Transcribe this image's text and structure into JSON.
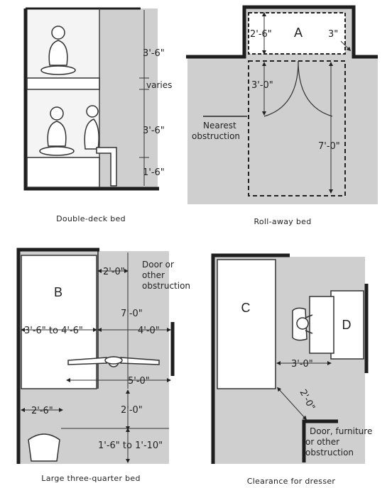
{
  "panels": {
    "double_deck": {
      "caption": "Double-deck bed",
      "dims": [
        "3'-6\"",
        "varies",
        "3'-6\"",
        "1'-6\""
      ]
    },
    "roll_away": {
      "caption": "Roll-away bed",
      "bed_label": "A",
      "dims": [
        "2'-6\"",
        "3\"",
        "3'-0\"",
        "7'-0\""
      ],
      "note": [
        "Nearest",
        "obstruction"
      ]
    },
    "three_quarter": {
      "caption": "Large three-quarter bed",
      "bed_label": "B",
      "dims": [
        "2'-0\"",
        "7'-0\"",
        "3'-6\" to 4'-6\"",
        "4'-0\"",
        "5'-0\"",
        "2'-6\"",
        "2'-0\"",
        "1'-6\" to 1'-10\""
      ],
      "note": [
        "Door or",
        "other",
        "obstruction"
      ]
    },
    "dresser": {
      "caption": "Clearance for dresser",
      "bed_label": "C",
      "dresser_label": "D",
      "dims": [
        "3'-0\"",
        "2'-0\""
      ],
      "note": [
        "Door, furniture",
        "or other",
        "obstruction"
      ]
    }
  },
  "colors": {
    "shade": "#cfcfcf",
    "wall": "#1e1e1e",
    "ink": "#222222"
  }
}
